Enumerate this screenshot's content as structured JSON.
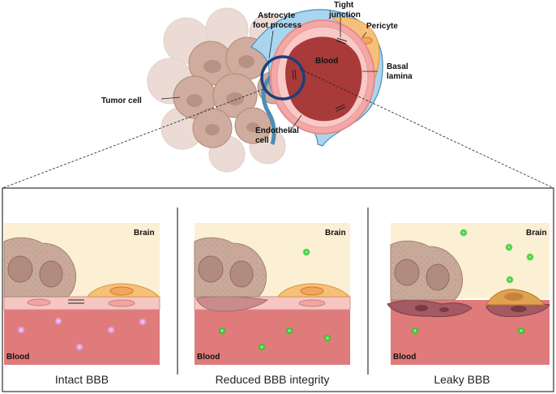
{
  "top_labels": {
    "astrocyte": [
      "Astrocyte",
      "foot process"
    ],
    "tight": [
      "Tight",
      "junction"
    ],
    "pericyte": "Pericyte",
    "blood": "Blood",
    "basal": [
      "Basal",
      "lamina"
    ],
    "tumor": "Tumor cell",
    "endothelial": [
      "Endothelial",
      "cell"
    ]
  },
  "panels": [
    {
      "brain": "Brain",
      "blood": "Blood",
      "caption": "Intact BBB"
    },
    {
      "brain": "Brain",
      "blood": "Blood",
      "caption": "Reduced BBB integrity"
    },
    {
      "brain": "Brain",
      "blood": "Blood",
      "caption": "Leaky BBB"
    }
  ],
  "colors": {
    "brain": "#fbf0d4",
    "blood": "#e07b7b",
    "endothelium": "#f6c6c3",
    "tumor": "#c9a99a",
    "pericyte": "#f7c07a",
    "astrocyte": "#9fd0ea",
    "circle": "#1b3f7d",
    "particle_pink": "#e9a6e8",
    "particle_green": "#30c030"
  }
}
